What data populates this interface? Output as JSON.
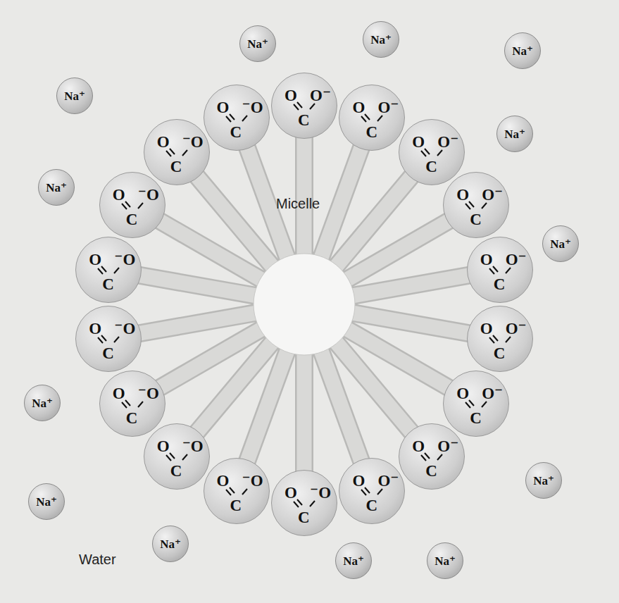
{
  "diagram": {
    "nodes": [
      {
        "text": [
          "Na⁺"
        ]
      },
      {
        "text": [
          "Na⁺"
        ]
      },
      {
        "text": [
          "Na⁺"
        ]
      },
      {
        "text": [
          "Na⁺"
        ]
      },
      {
        "text": [
          "Na⁺"
        ]
      },
      {
        "text": [
          "Na⁺"
        ]
      },
      {
        "text": [
          "Na⁺"
        ]
      },
      {
        "text": [
          "Na⁺"
        ]
      },
      {
        "text": [
          "Na⁺"
        ]
      },
      {
        "text": [
          "Na⁺"
        ]
      },
      {
        "text": [
          "Na⁺"
        ]
      },
      {
        "text": [
          "Na⁺"
        ]
      },
      {
        "text": [
          "Na⁺"
        ]
      },
      {
        "text": [
          "O",
          "O⁻",
          "C"
        ]
      },
      {
        "text": [
          "O",
          "O⁻",
          "C"
        ]
      },
      {
        "text": [
          "O",
          "O⁻",
          "C"
        ]
      },
      {
        "text": [
          "O",
          "O⁻",
          "C"
        ]
      },
      {
        "text": [
          "O",
          "O⁻",
          "C"
        ]
      },
      {
        "text": [
          "O",
          "O⁻",
          "C"
        ]
      },
      {
        "text": [
          "O",
          "O⁻",
          "C"
        ]
      },
      {
        "text": [
          "O",
          "O⁻",
          "C"
        ]
      },
      {
        "text": [
          "O",
          "O⁻",
          "C"
        ]
      },
      {
        "text": [
          "O",
          "⁻O",
          "C"
        ]
      },
      {
        "text": [
          "O",
          "⁻O",
          "C"
        ]
      },
      {
        "text": [
          "O",
          "⁻O",
          "C"
        ]
      },
      {
        "text": [
          "O",
          "⁻O",
          "C"
        ]
      },
      {
        "text": [
          "O",
          "⁻O",
          "C"
        ]
      },
      {
        "text": [
          "O",
          "⁻O",
          "C"
        ]
      },
      {
        "text": [
          "O",
          "⁻O",
          "C"
        ]
      },
      {
        "text": [
          "O",
          "⁻O",
          "C"
        ]
      },
      {
        "text": [
          "O",
          "⁻O",
          "C"
        ]
      }
    ],
    "labels": [
      "Micelle",
      "Water"
    ]
  }
}
